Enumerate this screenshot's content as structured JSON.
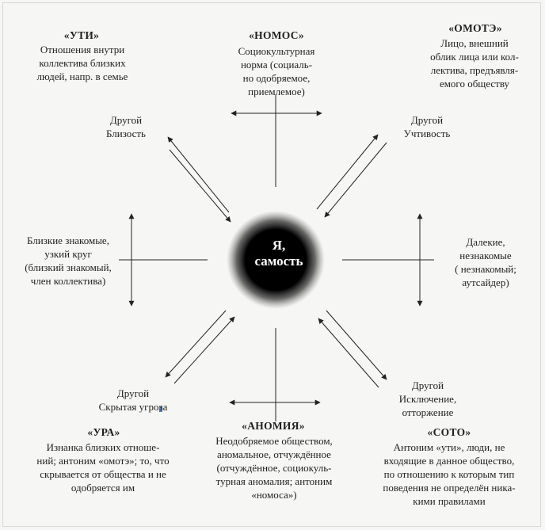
{
  "center": {
    "label": "Я,\nсамость"
  },
  "top_left": {
    "title": "«УТИ»",
    "text": "Отношения внутри\nколлектива близких\nлюдей, напр. в семье"
  },
  "top_center": {
    "title": "«НОМОС»",
    "text": "Социокультурная\nнорма (социаль-\nно одобряемое,\nприемлемое)"
  },
  "top_right": {
    "title": "«ОМОТЭ»",
    "text": "Лицо, внешний\nоблик лица или кол-\nлектива, предъявля-\nемого обществу"
  },
  "upper_left_label": "Другой\nБлизость",
  "upper_right_label": "Другой\nУчтивость",
  "left_label": "Близкие знакомые,\nузкий круг\n(близкий знакомый,\nчлен коллектива)",
  "right_label": "Далекие,\nнезнакомые\n( незнакомый;\nаутсайдер)",
  "lower_left_label": "Другой\nСкрытая угроза",
  "lower_right_label": "Другой\nИсключение,\nотторжение",
  "bottom_left": {
    "title": "«УРА»",
    "text": "Изнанка близких отноше-\nний; антоним «омотэ»; то, что\nскрывается от общества и не\nодобряется им"
  },
  "bottom_center": {
    "title": "«АНОМИЯ»",
    "text": "Неодобряемое обществом,\nаномальное, отчуждённое\n(отчуждённое, социокуль-\nтурная аномалия; антоним\n«номоса»)"
  },
  "bottom_right": {
    "title": "«СОТО»",
    "text": "Антоним «ути», люди, не\nвходящие в данное общество,\nпо отношению к которым тип\nповедения не определён ника-\nкими правилами"
  }
}
